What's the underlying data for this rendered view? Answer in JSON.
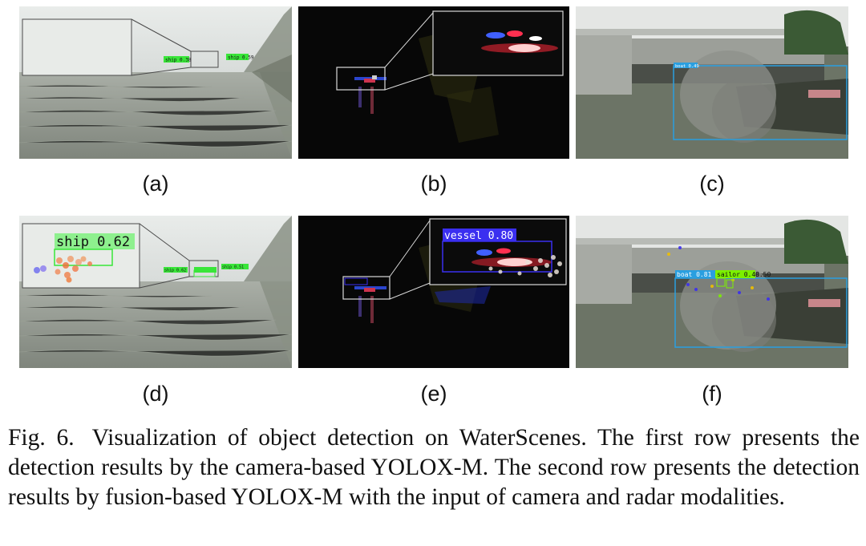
{
  "panels": [
    {
      "id": "a",
      "label": "(a)",
      "detections": [
        {
          "text": "ship 0.38"
        },
        {
          "text": "ship 0.59"
        }
      ]
    },
    {
      "id": "b",
      "label": "(b)",
      "detections": []
    },
    {
      "id": "c",
      "label": "(c)",
      "detections": [
        {
          "text": "boat 0.49"
        }
      ]
    },
    {
      "id": "d",
      "label": "(d)",
      "detections": [
        {
          "text": "ship 0.62"
        },
        {
          "text": "ship 0.62"
        },
        {
          "text": "ship 0.51"
        }
      ]
    },
    {
      "id": "e",
      "label": "(e)",
      "detections": [
        {
          "text": "vessel 0.80"
        }
      ]
    },
    {
      "id": "f",
      "label": "(f)",
      "detections": [
        {
          "text": "boat 0.81"
        },
        {
          "text": "sailor 0.48"
        },
        {
          "text": "0.50"
        }
      ]
    }
  ],
  "caption": {
    "prefix": "Fig. 6.",
    "text": "Visualization of object detection on WaterScenes. The first row presents the detection results by the camera-based YOLOX-M. The second row presents the detection results by fusion-based YOLOX-M with the input of camera and radar modalities."
  },
  "colors": {
    "ship_box": "#39e639",
    "vessel_box": "#3b2ff0",
    "boat_box": "#2a9fe0",
    "sailor_box": "#7cf000"
  }
}
